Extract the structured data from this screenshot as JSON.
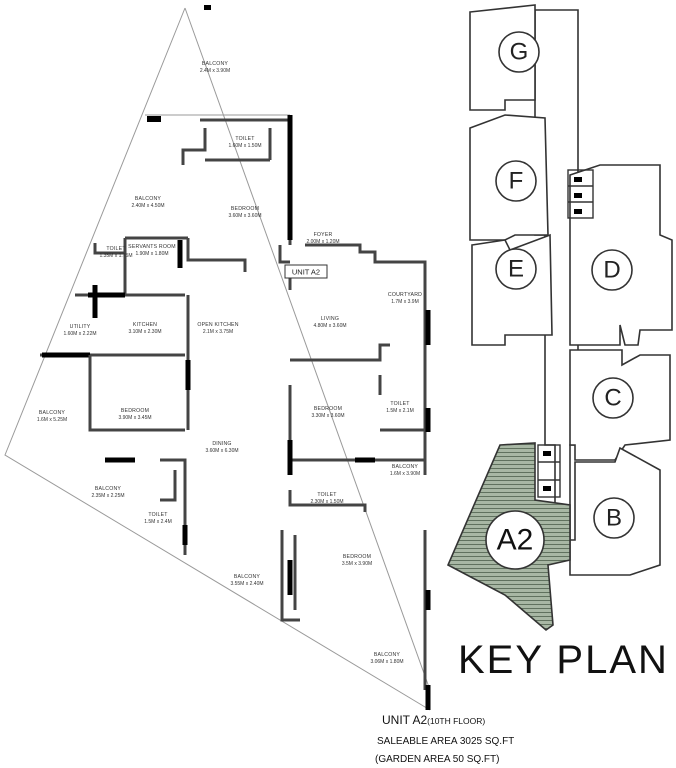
{
  "floor_plan": {
    "unit_label": "UNIT A2",
    "rooms": [
      {
        "id": "balcony-top",
        "name": "BALCONY",
        "dims": "2.4M x 3.90M"
      },
      {
        "id": "toilet-1",
        "name": "TOILET",
        "dims": "1.60M x 1.50M"
      },
      {
        "id": "balcony-2",
        "name": "BALCONY",
        "dims": "2.40M x 4.50M"
      },
      {
        "id": "bedroom-1",
        "name": "BEDROOM",
        "dims": "3.60M x 3.60M"
      },
      {
        "id": "toilet-2",
        "name": "TOILET",
        "dims": "1.35M x 1.75M"
      },
      {
        "id": "servants-room",
        "name": "SERVANTS ROOM",
        "dims": "1.90M x 1.80M"
      },
      {
        "id": "foyer",
        "name": "FOYER",
        "dims": "2.00M x 1.20M"
      },
      {
        "id": "courtyard",
        "name": "COURTYARD",
        "dims": "1.7M x 3.9M"
      },
      {
        "id": "utility",
        "name": "UTILITY",
        "dims": "1.60M x 2.22M"
      },
      {
        "id": "kitchen",
        "name": "KITCHEN",
        "dims": "3.10M x 2.30M"
      },
      {
        "id": "open-kitchen",
        "name": "OPEN KITCHEN",
        "dims": "2.1M x 3.75M"
      },
      {
        "id": "living",
        "name": "LIVING",
        "dims": "4.80M x 3.60M"
      },
      {
        "id": "balcony-3",
        "name": "BALCONY",
        "dims": "1.6M x 5.25M"
      },
      {
        "id": "bedroom-2",
        "name": "BEDROOM",
        "dims": "3.90M x 3.45M"
      },
      {
        "id": "dining",
        "name": "DINING",
        "dims": "3.60M x 6.30M"
      },
      {
        "id": "bedroom-3",
        "name": "BEDROOM",
        "dims": "3.30M x 3.60M"
      },
      {
        "id": "toilet-3",
        "name": "TOILET",
        "dims": "1.5M x 2.1M"
      },
      {
        "id": "balcony-4",
        "name": "BALCONY",
        "dims": "1.6M x 3.90M"
      },
      {
        "id": "balcony-5",
        "name": "BALCONY",
        "dims": "2.35M x 2.25M"
      },
      {
        "id": "toilet-4",
        "name": "TOILET",
        "dims": "1.5M x 2.4M"
      },
      {
        "id": "toilet-5",
        "name": "TOILET",
        "dims": "2.30M x 1.50M"
      },
      {
        "id": "bedroom-4",
        "name": "BEDROOM",
        "dims": "3.5M x 3.90M"
      },
      {
        "id": "balcony-6",
        "name": "BALCONY",
        "dims": "3.55M x 2.40M"
      },
      {
        "id": "balcony-7",
        "name": "BALCONY",
        "dims": "3.06M x 1.80M"
      }
    ]
  },
  "key_plan": {
    "title": "KEY PLAN",
    "blocks": [
      {
        "id": "G",
        "label": "G"
      },
      {
        "id": "F",
        "label": "F"
      },
      {
        "id": "E",
        "label": "E"
      },
      {
        "id": "D",
        "label": "D"
      },
      {
        "id": "C",
        "label": "C"
      },
      {
        "id": "B",
        "label": "B"
      },
      {
        "id": "A2",
        "label": "A2",
        "highlighted": true
      }
    ],
    "highlight_color": "#7d8f79"
  },
  "caption": {
    "unit": "UNIT A2",
    "floor": "(10TH FLOOR)",
    "saleable_area": "SALEABLE AREA 3025 SQ.FT",
    "garden_area": "(GARDEN AREA 50 SQ.FT)"
  }
}
